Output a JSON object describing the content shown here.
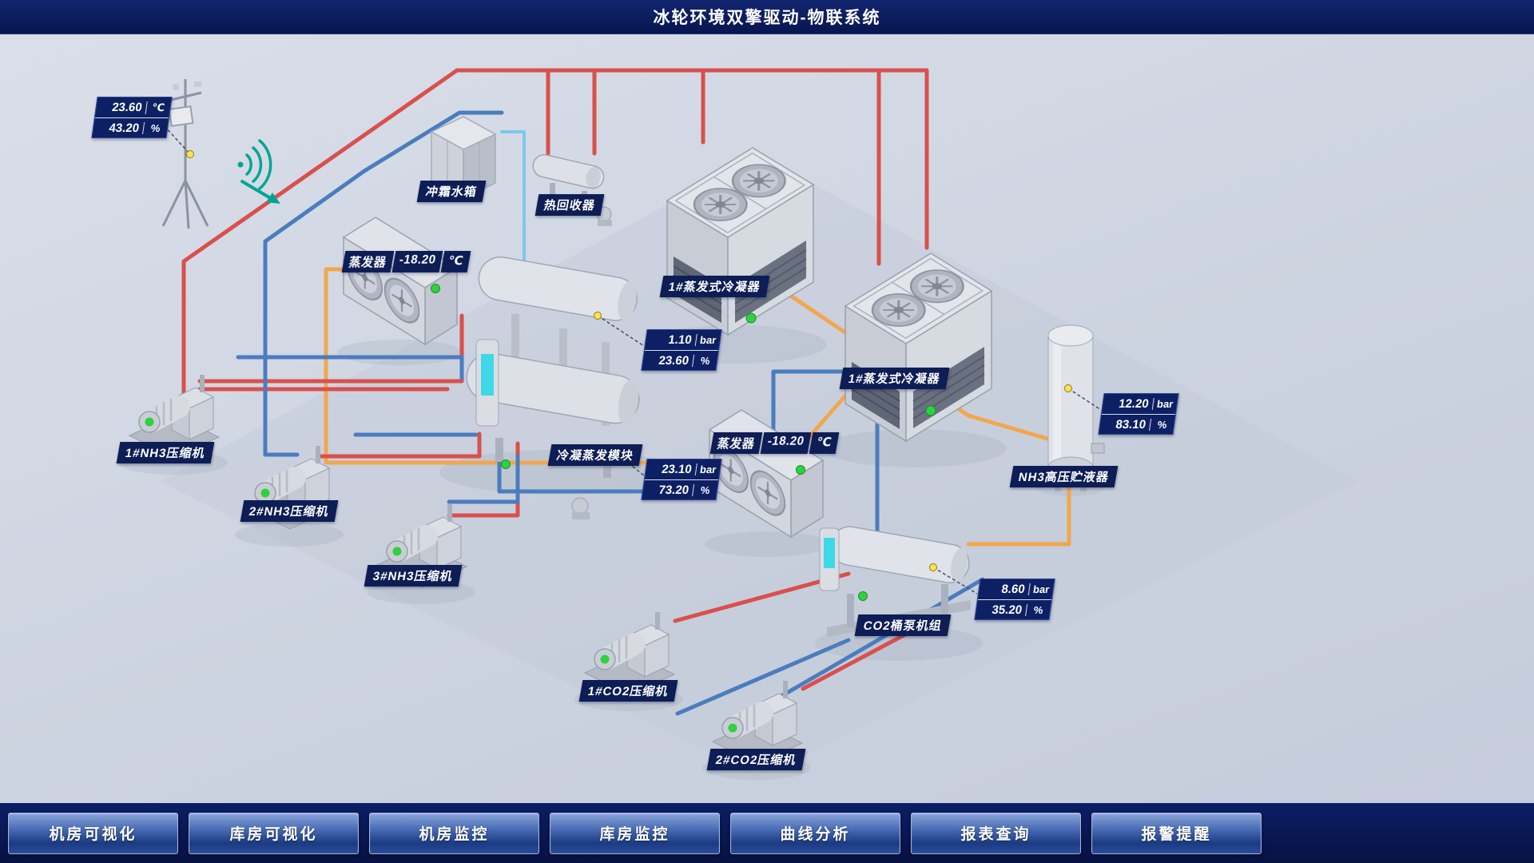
{
  "header": {
    "title": "冰轮环境双擎驱动-物联系统"
  },
  "labels": {
    "defrost_tank": "冲霜水箱",
    "heat_recovery": "热回收器",
    "evaporator_left": "蒸发器",
    "evaporator_right": "蒸发器",
    "condenser_1": "1#蒸发式冷凝器",
    "condenser_2": "1#蒸发式冷凝器",
    "cond_evap_module": "冷凝蒸发模块",
    "nh3_receiver": "NH3高压贮液器",
    "co2_pump_unit": "CO2桶泵机组",
    "nh3_compressor_1": "1#NH3压缩机",
    "nh3_compressor_2": "2#NH3压缩机",
    "nh3_compressor_3": "3#NH3压缩机",
    "co2_compressor_1": "1#CO2压缩机",
    "co2_compressor_2": "2#CO2压缩机"
  },
  "readouts": {
    "weather": {
      "rows": [
        {
          "value": "23.60",
          "unit": "℃"
        },
        {
          "value": "43.20",
          "unit": "%"
        }
      ]
    },
    "module_top": {
      "rows": [
        {
          "value": "1.10",
          "unit": "bar"
        },
        {
          "value": "23.60",
          "unit": "%"
        }
      ]
    },
    "module_bottom": {
      "rows": [
        {
          "value": "23.10",
          "unit": "bar"
        },
        {
          "value": "73.20",
          "unit": "%"
        }
      ]
    },
    "nh3_receiver": {
      "rows": [
        {
          "value": "12.20",
          "unit": "bar"
        },
        {
          "value": "83.10",
          "unit": "%"
        }
      ]
    },
    "co2_pump": {
      "rows": [
        {
          "value": "8.60",
          "unit": "bar"
        },
        {
          "value": "35.20",
          "unit": "%"
        }
      ]
    },
    "evaporator_left": {
      "value": "-18.20",
      "unit": "℃"
    },
    "evaporator_right": {
      "value": "-18.20",
      "unit": "℃"
    }
  },
  "nav": {
    "items": [
      {
        "label": "机房可视化"
      },
      {
        "label": "库房可视化"
      },
      {
        "label": "机房监控"
      },
      {
        "label": "库房监控"
      },
      {
        "label": "曲线分析"
      },
      {
        "label": "报表查询"
      },
      {
        "label": "报警提醒"
      }
    ]
  },
  "colors": {
    "pipe_hot_red": "#d9504c",
    "pipe_suction_blue": "#4a7dbe",
    "pipe_liquid_orange": "#f2a64e",
    "pipe_defrost_cyan": "#7ec8ea",
    "status_green": "#2ed13e",
    "sensor_yellow": "#ffe24a",
    "wifi_teal": "#00a693",
    "panel_navy": "#0d1d55"
  }
}
